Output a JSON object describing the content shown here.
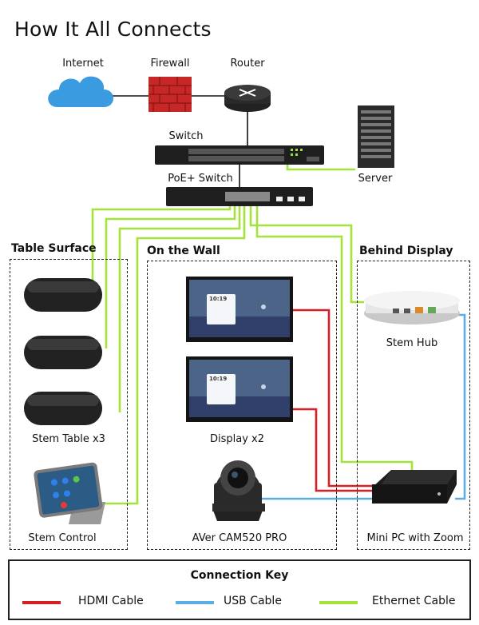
{
  "title": "How It All Connects",
  "devices": {
    "internet": "Internet",
    "firewall": "Firewall",
    "router": "Router",
    "switch": "Switch",
    "poe_switch": "PoE+ Switch",
    "server": "Server",
    "stem_table": "Stem Table x3",
    "stem_control": "Stem Control",
    "display": "Display x2",
    "camera": "AVer CAM520 PRO",
    "stem_hub": "Stem Hub",
    "mini_pc": "Mini PC with Zoom"
  },
  "groups": {
    "table_surface": "Table Surface",
    "on_the_wall": "On the Wall",
    "behind_display": "Behind Display"
  },
  "screen": {
    "time": "10:19"
  },
  "key": {
    "title": "Connection Key",
    "hdmi": "HDMI Cable",
    "usb": "USB Cable",
    "ethernet": "Ethernet Cable"
  },
  "colors": {
    "hdmi": "#d81f26",
    "usb": "#5aaee6",
    "ethernet": "#a4e23c",
    "cloud": "#3b9be0",
    "firewall": "#c62828"
  }
}
